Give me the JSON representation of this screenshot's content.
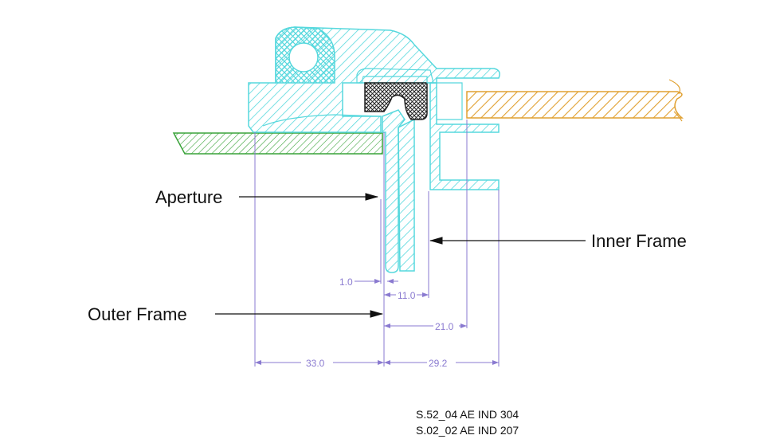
{
  "labels": {
    "aperture": "Aperture",
    "inner_frame": "Inner Frame",
    "outer_frame": "Outer Frame"
  },
  "dimensions": {
    "d1": "1.0",
    "d11": "11.0",
    "d21": "21.0",
    "d33": "33.0",
    "d29": "29.2"
  },
  "codes": {
    "line1": "S.52_04 AE IND 304",
    "line2": "S.02_02 AE IND 207"
  },
  "colors": {
    "profile": "#56d8dd",
    "glass": "#3aa33a",
    "board": "#e0a030",
    "seal": "#333333",
    "dimension": "#8a7ad0",
    "text": "#111111"
  }
}
